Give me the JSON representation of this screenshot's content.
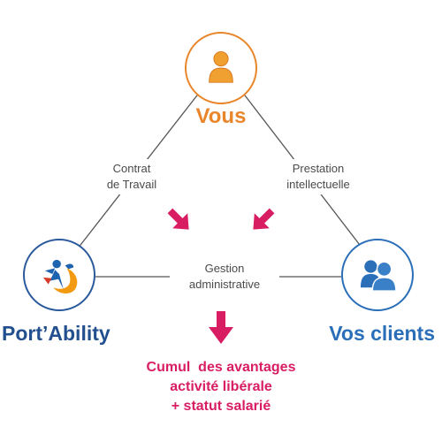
{
  "nodes": {
    "vous": {
      "title": "Vous",
      "icon": "person-icon",
      "color": "#e9862a"
    },
    "portability": {
      "title": "Port’Ability",
      "icon": "portability-logo",
      "color": "#22508f"
    },
    "clients": {
      "title": "Vos clients",
      "icon": "people-icon",
      "color": "#2a6fb8"
    }
  },
  "edges": {
    "contrat": {
      "lines": [
        "Contrat",
        "de Travail"
      ]
    },
    "prestation": {
      "lines": [
        "Prestation",
        "intellectuelle"
      ]
    },
    "gestion": {
      "lines": [
        "Gestion",
        "administrative"
      ]
    }
  },
  "result": {
    "lines": [
      "Cumul  des avantages",
      "activité libérale",
      "+ statut salarié"
    ],
    "color": "#d81d63"
  },
  "arrow_color": "#d81d63"
}
